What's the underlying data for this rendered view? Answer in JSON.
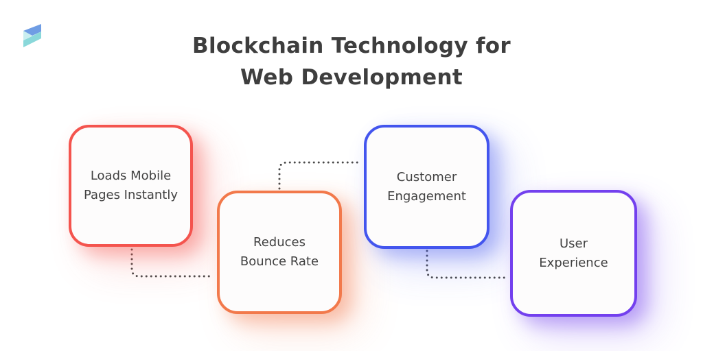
{
  "background": "#ffffff",
  "header": {
    "logo": {
      "name": "s-logo",
      "top_color": "#6f9de4",
      "mid_color": "#c9eef0",
      "bottom_color": "#8ad8da"
    },
    "title_line1": "Blockchain Technology for",
    "title_line2": "Web Development",
    "title_color": "#3e3e3e"
  },
  "boxes": [
    {
      "line1": "Loads Mobile",
      "line2": "Pages Instantly",
      "border_color": "#f4544e",
      "glow_strong": "rgba(244,84,78,0.40)",
      "glow_soft": "rgba(244,84,78,0.18)"
    },
    {
      "line1": "Reduces",
      "line2": "Bounce Rate",
      "border_color": "#f2794b",
      "glow_strong": "rgba(242,121,75,0.40)",
      "glow_soft": "rgba(242,121,75,0.18)"
    },
    {
      "line1": "Customer",
      "line2": "Engagement",
      "border_color": "#4355ee",
      "glow_strong": "rgba(67,85,238,0.36)",
      "glow_soft": "rgba(67,85,238,0.18)"
    },
    {
      "line1": "User",
      "line2": "Experience",
      "border_color": "#7340ee",
      "glow_strong": "rgba(115,64,238,0.40)",
      "glow_soft": "rgba(115,64,238,0.20)"
    }
  ],
  "connectors": {
    "color": "#4a4a4a"
  },
  "text_color": "#414141"
}
